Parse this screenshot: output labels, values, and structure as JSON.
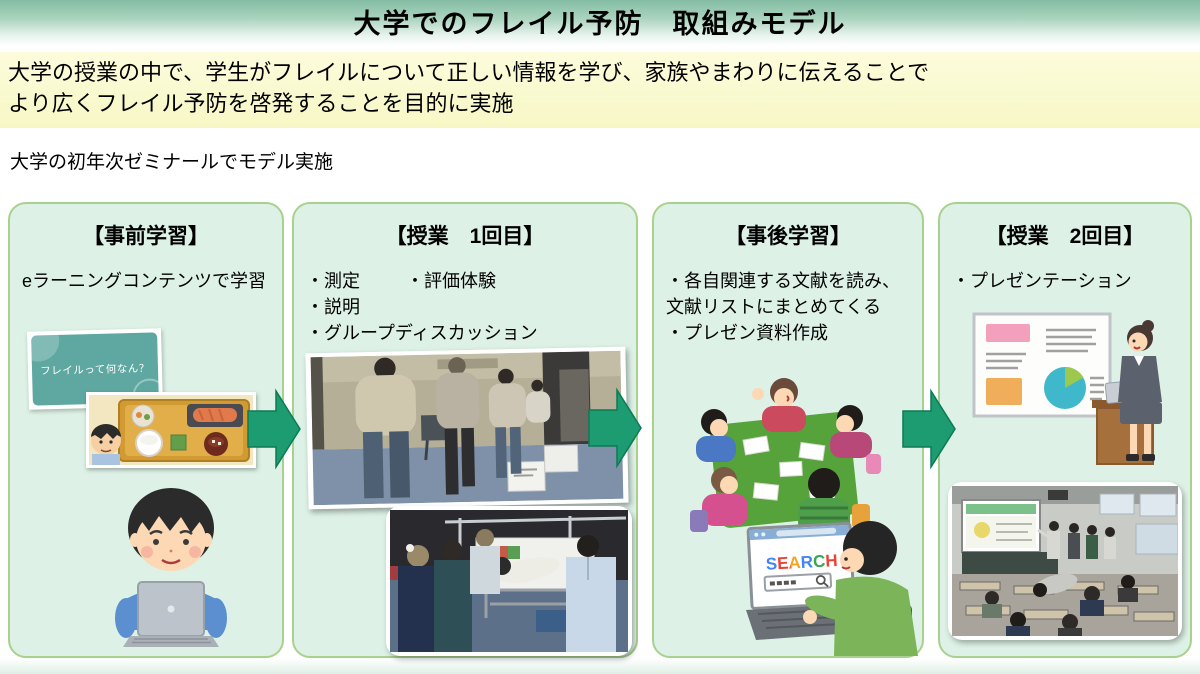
{
  "header": {
    "title": "大学でのフレイル予防　取組みモデル"
  },
  "purpose": {
    "line1": "大学の授業の中で、学生がフレイルについて正しい情報を学び、家族やまわりに伝えることで",
    "line2": "より広くフレイル予防を啓発することを目的に実施"
  },
  "note": "大学の初年次ゼミナールでモデル実施",
  "steps": [
    {
      "title": "【事前学習】",
      "body": "eラーニングコンテンツで学習",
      "slide_text": "フレイルって何なん？",
      "images": [
        "elearning-title-slide",
        "meal-tray-illustration",
        "boy-with-laptop-illustration"
      ]
    },
    {
      "title": "【授業　1回目】",
      "items": [
        "・測定",
        "・評価体験",
        "・説明",
        "・グループディスカッション"
      ],
      "images": [
        "stepping-exercise-photo",
        "measurement-equipment-photo"
      ]
    },
    {
      "title": "【事後学習】",
      "items": [
        "・各自関連する文献を読み、文献リストにまとめてくる",
        "・プレゼン資料作成"
      ],
      "search_text": "SEARCH",
      "images": [
        "group-discussion-illustration",
        "web-search-illustration"
      ]
    },
    {
      "title": "【授業　2回目】",
      "items": [
        "・プレゼンテーション"
      ],
      "images": [
        "presentation-illustration",
        "classroom-presentation-photo"
      ]
    }
  ],
  "colors": {
    "header_green": "#84bda3",
    "purpose_yellow": "#fafad0",
    "panel_mint": "#ddf1e6",
    "panel_border_green": "#a9d18e",
    "arrow_green": "#1d9b71",
    "elearning_slide_teal": "#5fa8a1"
  }
}
